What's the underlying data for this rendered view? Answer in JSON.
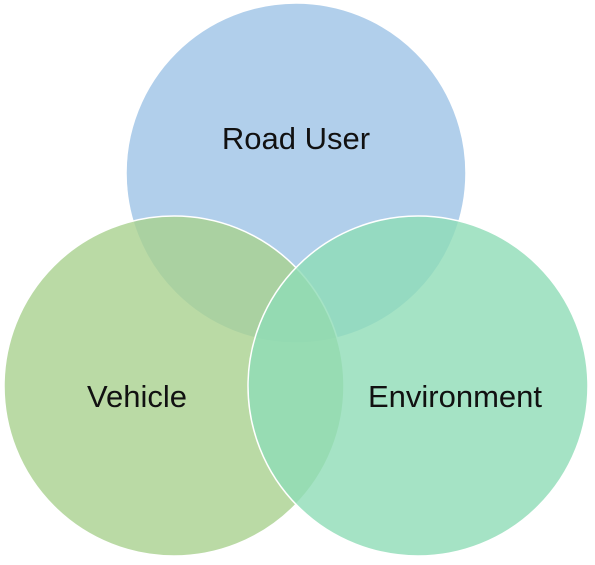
{
  "diagram": {
    "type": "venn",
    "sets": [
      {
        "key": "road_user",
        "label": "Road User",
        "color": "#9dc3e6"
      },
      {
        "key": "vehicle",
        "label": "Vehicle",
        "color": "#a9d18e"
      },
      {
        "key": "environment",
        "label": "Environment",
        "color": "#8fdcb7"
      }
    ],
    "circle_opacity": 0.8
  }
}
